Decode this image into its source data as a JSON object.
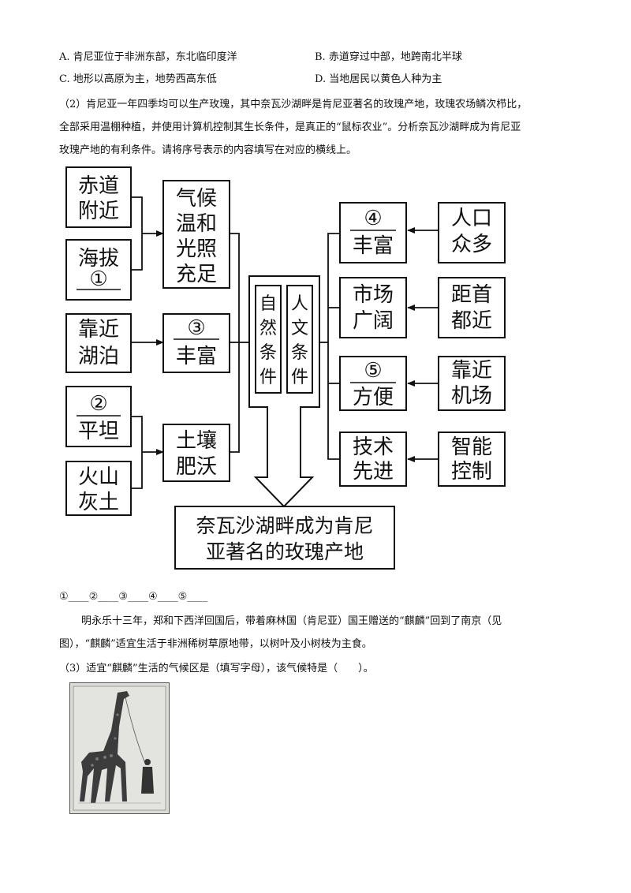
{
  "options": {
    "a": "A. 肯尼亚位于非洲东部，东北临印度洋",
    "b": "B. 赤道穿过中部，地跨南北半球",
    "c": "C. 地形以高原为主，地势西高东低",
    "d": "D. 当地居民以黄色人种为主"
  },
  "q2": {
    "line1": "（2）肯尼亚一年四季均可以生产玫瑰，其中奈瓦沙湖畔是肯尼亚著名的玫瑰产地，玫瑰农场鳞次栉比，",
    "line2": "全部采用温棚种植，并使用计算机控制其生长条件，是真正的“鼠标农业”。分析奈瓦沙湖畔成为肯尼亚",
    "line3": "玫瑰产地的有利条件。请将序号表示的内容填写在对应的横线上。"
  },
  "diagram": {
    "equator_1": "赤道",
    "equator_2": "附近",
    "altitude_1": "海拔",
    "altitude_2": "①",
    "climate_1": "气候",
    "climate_2": "温和",
    "climate_3": "光照",
    "climate_4": "充足",
    "lake_1": "靠近",
    "lake_2": "湖泊",
    "water_1": "③",
    "water_2": "丰富",
    "terrain_1": "②",
    "terrain_2": "平坦",
    "soil_1": "土壤",
    "soil_2": "肥沃",
    "volcanic_1": "火山",
    "volcanic_2": "灰土",
    "natural": [
      "自",
      "然",
      "条",
      "件"
    ],
    "human": [
      "人",
      "文",
      "条",
      "件"
    ],
    "labor_1": "④",
    "labor_2": "丰富",
    "population_1": "人口",
    "population_2": "众多",
    "market_1": "市场",
    "market_2": "广阔",
    "capital_1": "距首",
    "capital_2": "都近",
    "transport_1": "⑤",
    "transport_2": "方便",
    "airport_1": "靠近",
    "airport_2": "机场",
    "tech_1": "技术",
    "tech_2": "先进",
    "smart_1": "智能",
    "smart_2": "控制",
    "result_1": "奈瓦沙湖畔成为肯尼",
    "result_2": "亚著名的玫瑰产地"
  },
  "blanks": "①____②____③____④____⑤____",
  "story": {
    "line1": "明永乐十三年，郑和下西洋回国后，带着麻林国（肯尼亚）国王赠送的“麒麟”回到了南京（见",
    "line2": "图），“麒麟”适宜生活于非洲稀树草原地带，以树叶及小树枝为主食。"
  },
  "q3": "（3）适宜“麒麟”生活的气候区是（填写字母），该气候特是（　　）。"
}
